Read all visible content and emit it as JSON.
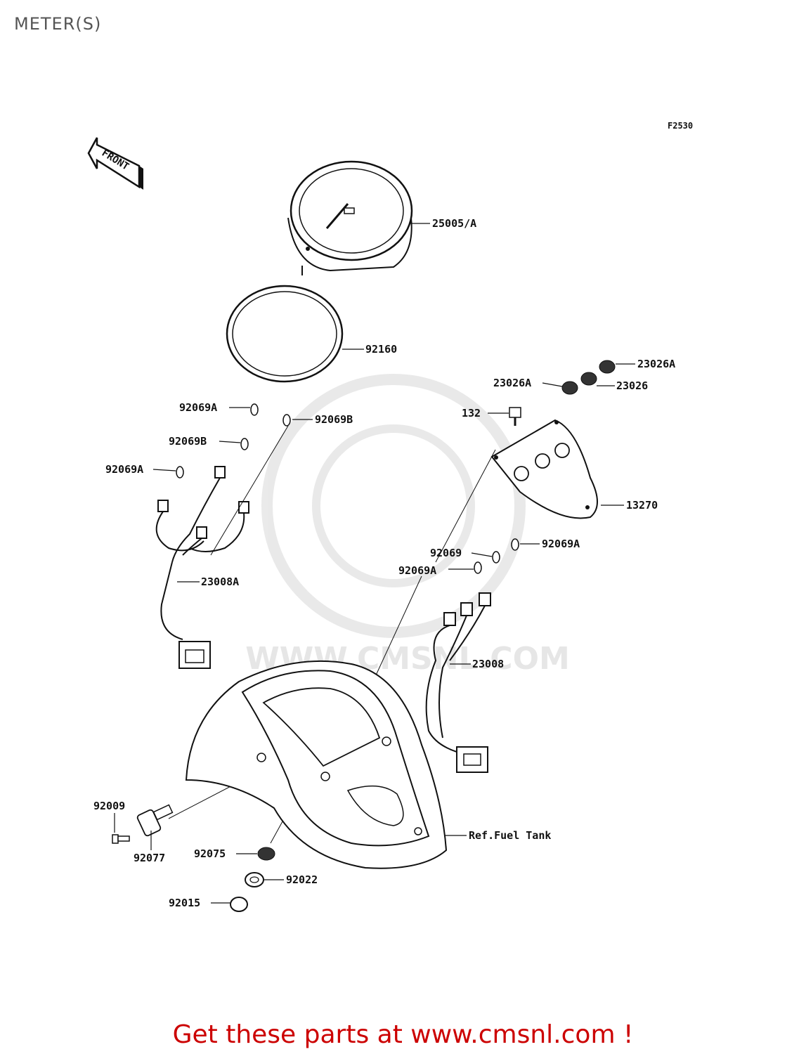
{
  "title": "METER(S)",
  "figure_id": "F2530",
  "front_label": "FRONT",
  "footer": "Get these parts at www.cmsnl.com !",
  "watermark": "WWW.CMSNL.COM",
  "labels": {
    "p25005a": "25005/A",
    "p92160": "92160",
    "p23026a_top": "23026A",
    "p23026a_left": "23026A",
    "p23026": "23026",
    "p132": "132",
    "p13270": "13270",
    "p92069a_1": "92069A",
    "p92069b_1": "92069B",
    "p92069b_2": "92069B",
    "p92069a_2": "92069A",
    "p23008a": "23008A",
    "p92069": "92069",
    "p92069a_3": "92069A",
    "p92069a_4": "92069A",
    "p23008": "23008",
    "p92009": "92009",
    "p92077": "92077",
    "p92075": "92075",
    "p92022": "92022",
    "p92015": "92015",
    "ref_fuel_tank": "Ref.Fuel Tank"
  }
}
